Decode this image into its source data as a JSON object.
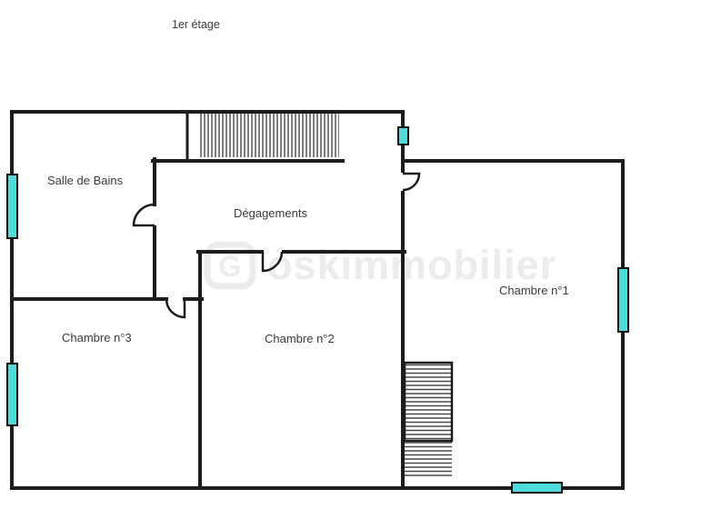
{
  "page": {
    "title": "1er étage"
  },
  "floor_plan": {
    "rooms": [
      {
        "name": "Salle de Bains"
      },
      {
        "name": "Dégagements"
      },
      {
        "name": "Chambre n°1"
      },
      {
        "name": "Chambre n°2"
      },
      {
        "name": "Chambre n°3"
      }
    ],
    "features": {
      "staircases": 2,
      "windows": 5,
      "doors": 4
    }
  },
  "watermark": {
    "text": "oskimmobilier",
    "logo_letter": "G"
  },
  "colors": {
    "wall": "#1c1c1c",
    "window": "#4ddbdb",
    "label": "#3a3a3a",
    "watermark": "#ececec",
    "background": "#ffffff"
  }
}
